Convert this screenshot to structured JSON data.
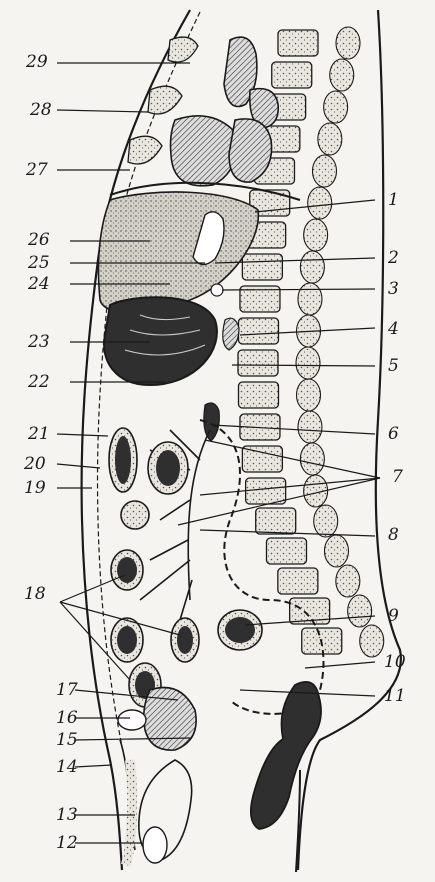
{
  "labels": {
    "l1": "1",
    "l2": "2",
    "l3": "3",
    "l4": "4",
    "l5": "5",
    "l6": "6",
    "l7": "7",
    "l8": "8",
    "l9": "9",
    "l10": "10",
    "l11": "11",
    "l12": "12",
    "l13": "13",
    "l14": "14",
    "l15": "15",
    "l16": "16",
    "l17": "17",
    "l18": "18",
    "l19": "19",
    "l20": "20",
    "l21": "21",
    "l22": "22",
    "l23": "23",
    "l24": "24",
    "l25": "25",
    "l26": "26",
    "l27": "27",
    "l28": "28",
    "l29": "29"
  },
  "colors": {
    "ink": "#1a1a1a",
    "paper": "#f6f4f0",
    "organ_dark": "#2a2a2a",
    "shade": "#9a9a9a"
  }
}
